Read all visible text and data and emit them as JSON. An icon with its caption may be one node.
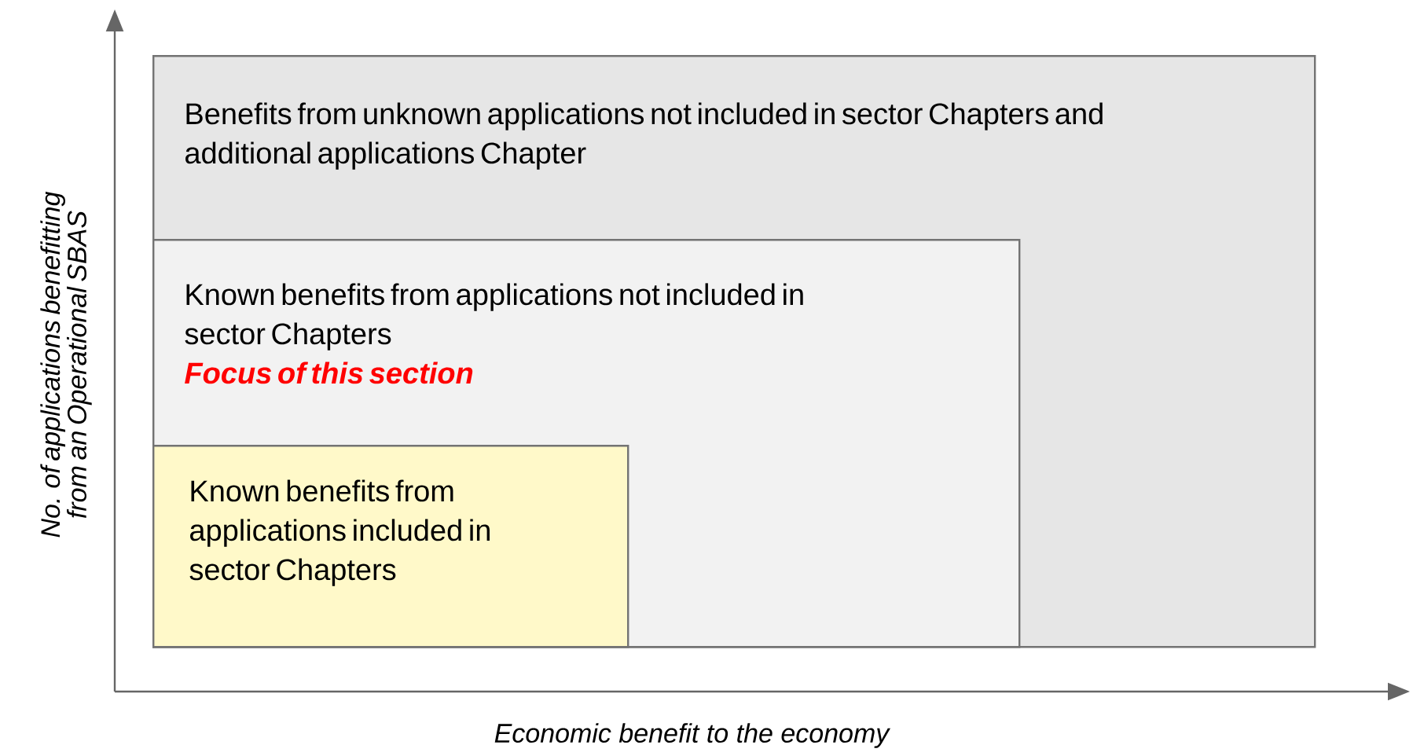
{
  "diagram": {
    "nodes": [
      {
        "text": [
          "Benefits from unknown applications not included in sector Chapters and additional applications Chapter"
        ]
      },
      {
        "text": [
          "Known benefits from applications not included in sector Chapters",
          "Focus of this section"
        ],
        "in": 0
      },
      {
        "text": [
          "Known benefits from applications included in sector Chapters"
        ],
        "in": 1
      }
    ],
    "labels": [
      "No. of applications benefitting from an Operational SBAS",
      "Economic benefit to the economy"
    ]
  }
}
